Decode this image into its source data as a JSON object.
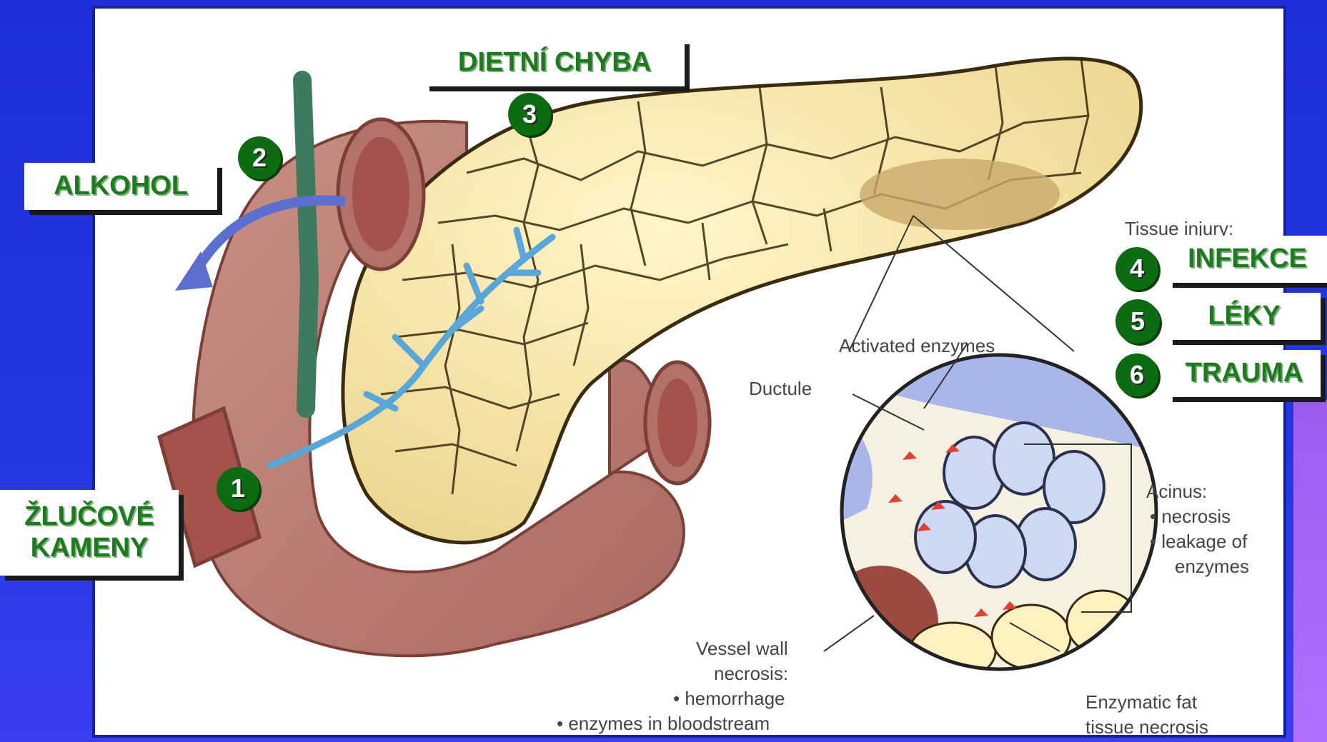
{
  "labels": {
    "dietni_chyba": "DIETNÍ CHYBA",
    "alkohol": "ALKOHOL",
    "zlucove_kameny_1": "ŽLUČOVÉ",
    "zlucove_kameny_2": "KAMENY",
    "infekce": "INFEKCE",
    "leky": "LÉKY",
    "trauma": "TRAUMA"
  },
  "markers": [
    "1",
    "2",
    "3",
    "4",
    "5",
    "6"
  ],
  "annotations": {
    "tissue_injury": "Tissue injury:",
    "activated_enzymes": "Activated enzymes",
    "ductule": "Ductule",
    "acinus_title": "Acinus:",
    "acinus_necrosis": "• necrosis",
    "acinus_leakage": "• leakage of",
    "acinus_enzymes": "enzymes",
    "vessel_1": "Vessel wall",
    "vessel_2": "necrosis:",
    "vessel_3": "• hemorrhage",
    "vessel_4": "• enzymes in bloodstream",
    "fat_1": "Enzymatic fat",
    "fat_2": "tissue necrosis"
  },
  "colors": {
    "label_green": "#1e7a1e",
    "marker_green": "#0d6b12",
    "background_blue": "#2338e0"
  }
}
